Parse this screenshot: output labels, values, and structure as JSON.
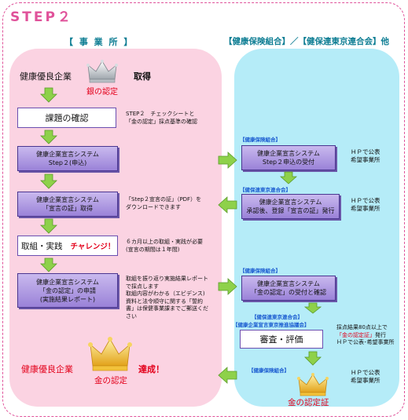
{
  "title": "STEP２",
  "headers": {
    "left": "【 事 業 所 】",
    "right": "【健康保険組合】／【健保連東京連合会】他"
  },
  "top_row": {
    "company": "健康優良企業",
    "silver": "銀の認定",
    "acquire": "取得"
  },
  "left_steps": {
    "task_confirm": "課題の確認",
    "task_note": [
      "STEP２　チェックシートと",
      "「金の認定」採点基準の確認"
    ],
    "apply": [
      "健康企業宣言システム",
      "Step２(申込)"
    ],
    "cert": [
      "健康企業宣言システム",
      "「宣言の証」取得"
    ],
    "cert_note": [
      "「Step２宣言の証」（PDF）を",
      "ダウンロードできます"
    ],
    "practice": "取組・実践",
    "challenge": "チャレンジ！",
    "practice_note": [
      "６カ月以上の取組・実践が必要",
      "(宣言の期間は１年間)"
    ],
    "gold_apply": [
      "健康企業宣言システム",
      "「金の認定」の申請",
      "(実施結果レポート)"
    ],
    "gold_note": [
      "取組を振り返り実施結果レポート",
      "で採点します",
      "取組内容がわかる（エビデンス)",
      "資料と法令順守に関する「誓約",
      "書」は保健事業課までご郵送くだ",
      "さい"
    ],
    "final_company": "健康優良企業",
    "gold": "金の認定",
    "achieved": "達成！"
  },
  "right_steps": {
    "tag_kenpo": "【健康保険組合】",
    "tag_rengokai": "【健保連東京連合会】",
    "tag_suishin": "【健康企業宣言東京推進協議会】",
    "accept": [
      "健康企業宣言システム",
      "Step２申込の受付"
    ],
    "issue": [
      "健康企業宣言システム",
      "承認後、登録「宣言の証」発行"
    ],
    "gold_accept": [
      "健康企業宣言システム",
      "「金の認定」の受付と確認"
    ],
    "review": "審査・評価",
    "hp": [
      "ＨＰで公表",
      "希望事業所"
    ],
    "score_note1": "採点結果80点以上で",
    "score_note2": "「金の認定証」",
    "score_note3": "発行",
    "score_note4": "ＨＰで公表･希望事業所",
    "gold_cert": "金の認定証"
  },
  "colors": {
    "pink": "#e0529a",
    "left_panel": "#fbd3e2",
    "right_panel": "#b5ecf8",
    "arrow": "#8ed14a",
    "red": "#e3001b",
    "tag_blue": "#1a5bd0"
  }
}
